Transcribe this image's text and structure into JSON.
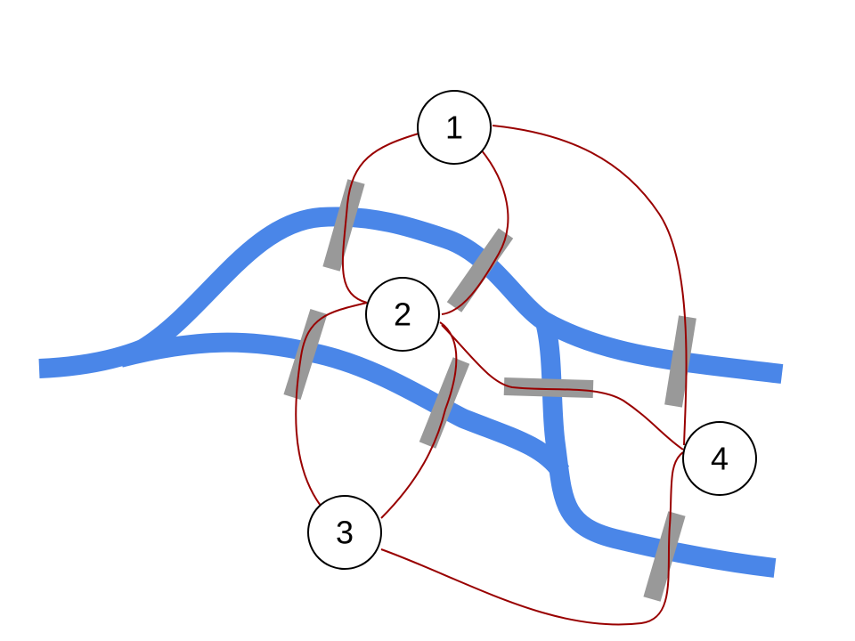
{
  "colors": {
    "river": "#4a86e8",
    "bridge": "#999999",
    "path": "#990000",
    "node_fill": "#ffffff",
    "node_stroke": "#000000"
  },
  "nodes": [
    {
      "id": "1",
      "label": "1"
    },
    {
      "id": "2",
      "label": "2"
    },
    {
      "id": "3",
      "label": "3"
    },
    {
      "id": "4",
      "label": "4"
    }
  ]
}
